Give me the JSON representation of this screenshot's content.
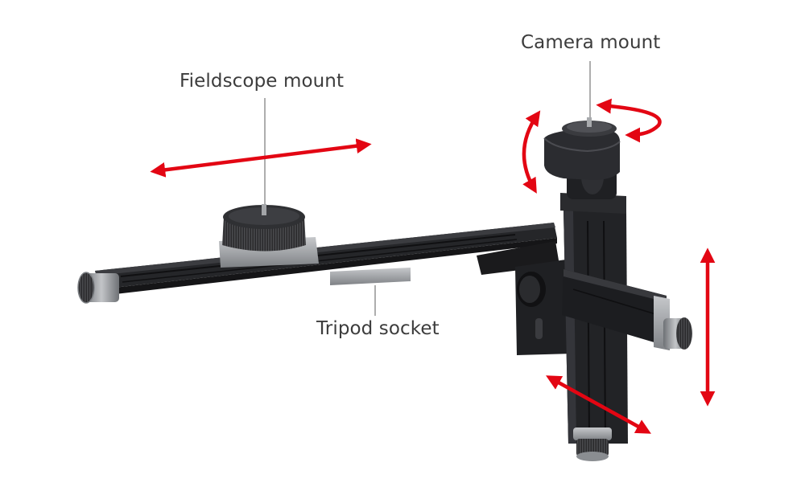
{
  "labels": {
    "fieldscope_mount": "Fieldscope mount",
    "camera_mount": "Camera mount",
    "tripod_socket": "Tripod socket"
  },
  "colors": {
    "arrow": "#e30613",
    "rail_dark": "#1b1b1d",
    "rail_mid": "#2b2c2f",
    "metal_light": "#a9abae",
    "metal_mid": "#8a8d91",
    "leader": "#9a9a9a",
    "text": "#3c3c3c"
  },
  "icons": {
    "arrow_horizontal": "double-arrow-horizontal-icon",
    "arrow_vertical": "double-arrow-vertical-icon",
    "arrow_diagonal": "double-arrow-diagonal-icon",
    "arrow_tilt": "curved-tilt-arrow-icon",
    "arrow_rotate": "curved-rotate-arrow-icon"
  }
}
